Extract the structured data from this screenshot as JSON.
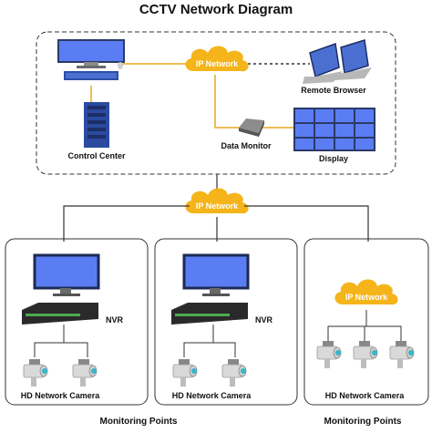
{
  "title": "CCTV Network Diagram",
  "colors": {
    "cloud": "#f4b41a",
    "line": "#333333",
    "orange_line": "#e8a91a",
    "monitor_screen": "#5b7df3",
    "server": "#2b4aa0",
    "nvr": "#2a2a2a",
    "camera_lens": "#38b6c9"
  },
  "top_section": {
    "cloud_label": "IP Network",
    "control_center_label": "Control Center",
    "remote_browser_label": "Remote Browser",
    "data_monitor_label": "Data Monitor",
    "display_label": "Display"
  },
  "middle_cloud": {
    "label": "IP Network"
  },
  "sites": [
    {
      "nvr_label": "NVR",
      "camera_label": "HD Network Camera"
    },
    {
      "nvr_label": "NVR",
      "camera_label": "HD Network Camera"
    },
    {
      "cloud_label": "IP Network",
      "camera_label": "HD Network Camera"
    }
  ],
  "footer": {
    "left_label": "Monitoring Points",
    "right_label": "Monitoring Points"
  }
}
